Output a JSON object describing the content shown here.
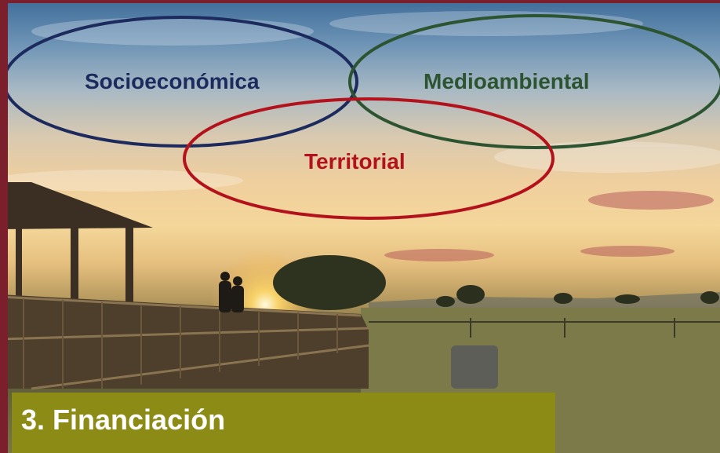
{
  "diagram": {
    "circles": [
      {
        "label": "Socioeconómica",
        "color": "#1c2a5e"
      },
      {
        "label": "Medioambiental",
        "color": "#2d5430"
      },
      {
        "label": "Territorial",
        "color": "#b3121d"
      }
    ]
  },
  "title": {
    "text": "3. Financiación",
    "background": "#8c8b16"
  },
  "frame_color": "#7a1f2b"
}
